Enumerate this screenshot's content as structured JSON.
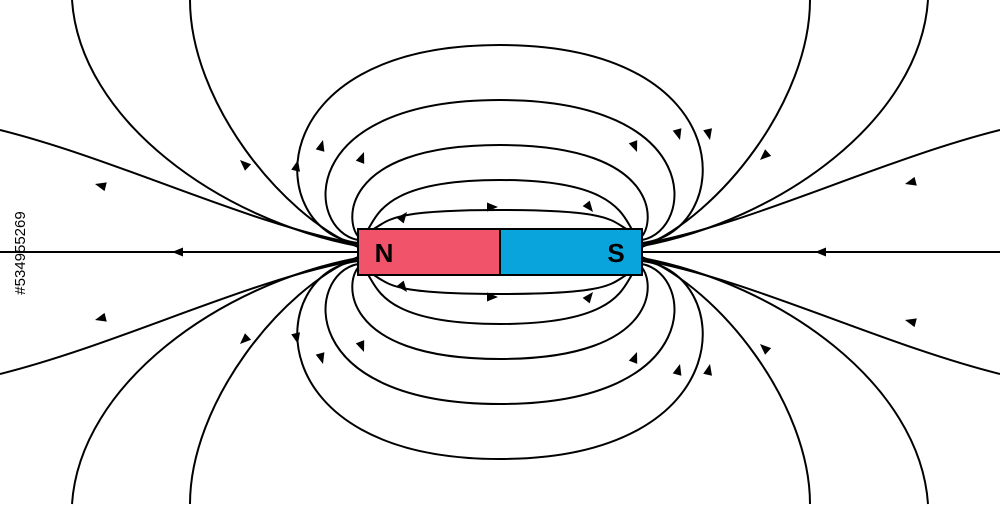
{
  "magnet": {
    "north_label": "N",
    "south_label": "S",
    "north_color": "#f0536a",
    "south_color": "#0aa4dd",
    "outline_color": "#000000"
  },
  "field_lines": {
    "stroke_color": "#000000",
    "arrow_direction": "north-to-south"
  },
  "watermark": {
    "stock_id": "#534955269"
  }
}
